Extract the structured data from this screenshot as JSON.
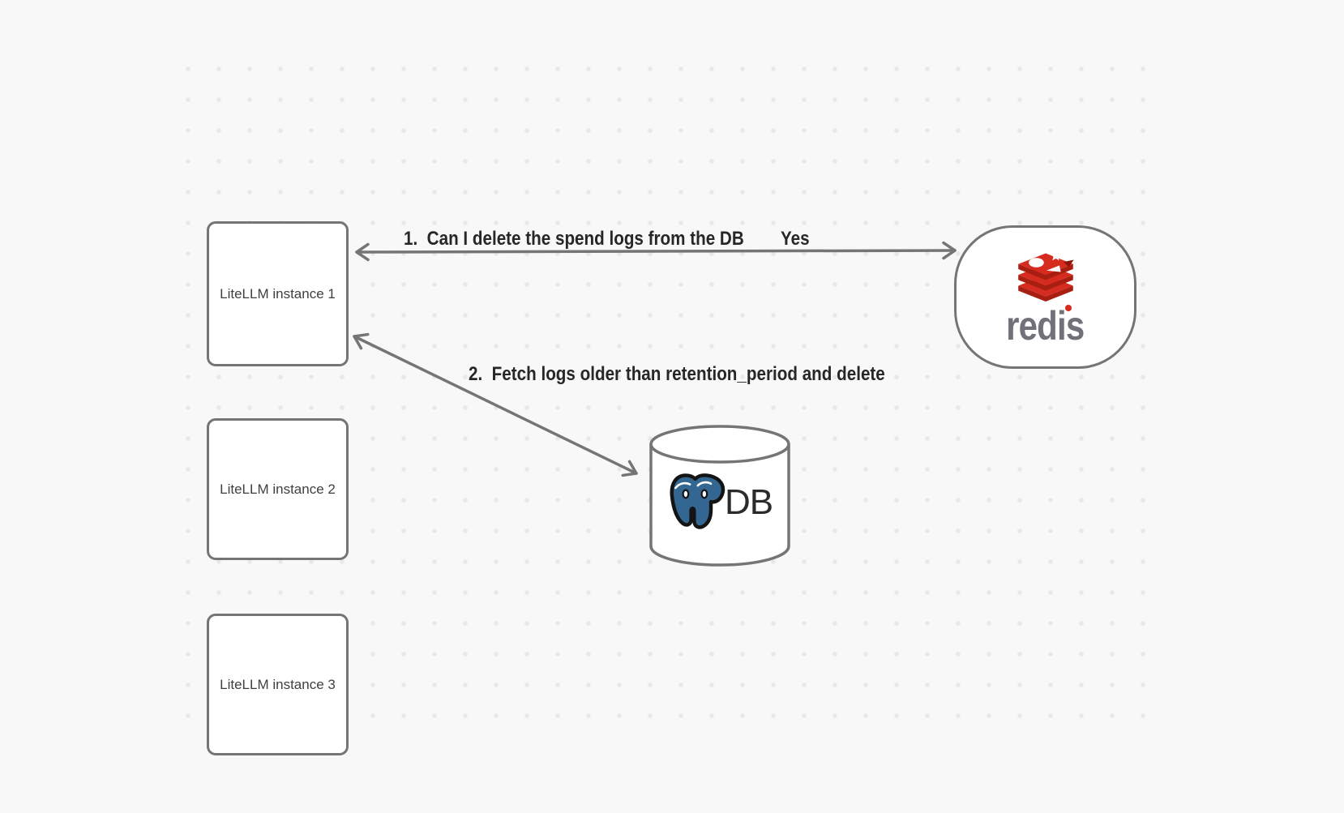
{
  "canvas": {
    "background": "#f8f8f8",
    "dot_color": "#e8e8e8",
    "stroke_color": "#757578",
    "label_color": "#27272a"
  },
  "nodes": {
    "litellm_instances": [
      {
        "label": "LiteLLM instance 1"
      },
      {
        "label": "LiteLLM instance 2"
      },
      {
        "label": "LiteLLM instance 3"
      }
    ],
    "redis": {
      "wordmark": "redis",
      "brand_red": "#d62c1f",
      "brand_red_dark": "#a81e11",
      "wordmark_color": "#71717a"
    },
    "database": {
      "label": "DB",
      "postgres_blue": "#336791"
    }
  },
  "arrows": [
    {
      "label": "1.  Can I delete the spend logs from the DB",
      "answer": "Yes",
      "from": "redis",
      "to": "LiteLLM instance 1",
      "style": "double-headed"
    },
    {
      "label": "2.  Fetch logs older than retention_period and delete",
      "from": "LiteLLM instance 1",
      "to": "DB",
      "style": "double-headed"
    }
  ]
}
